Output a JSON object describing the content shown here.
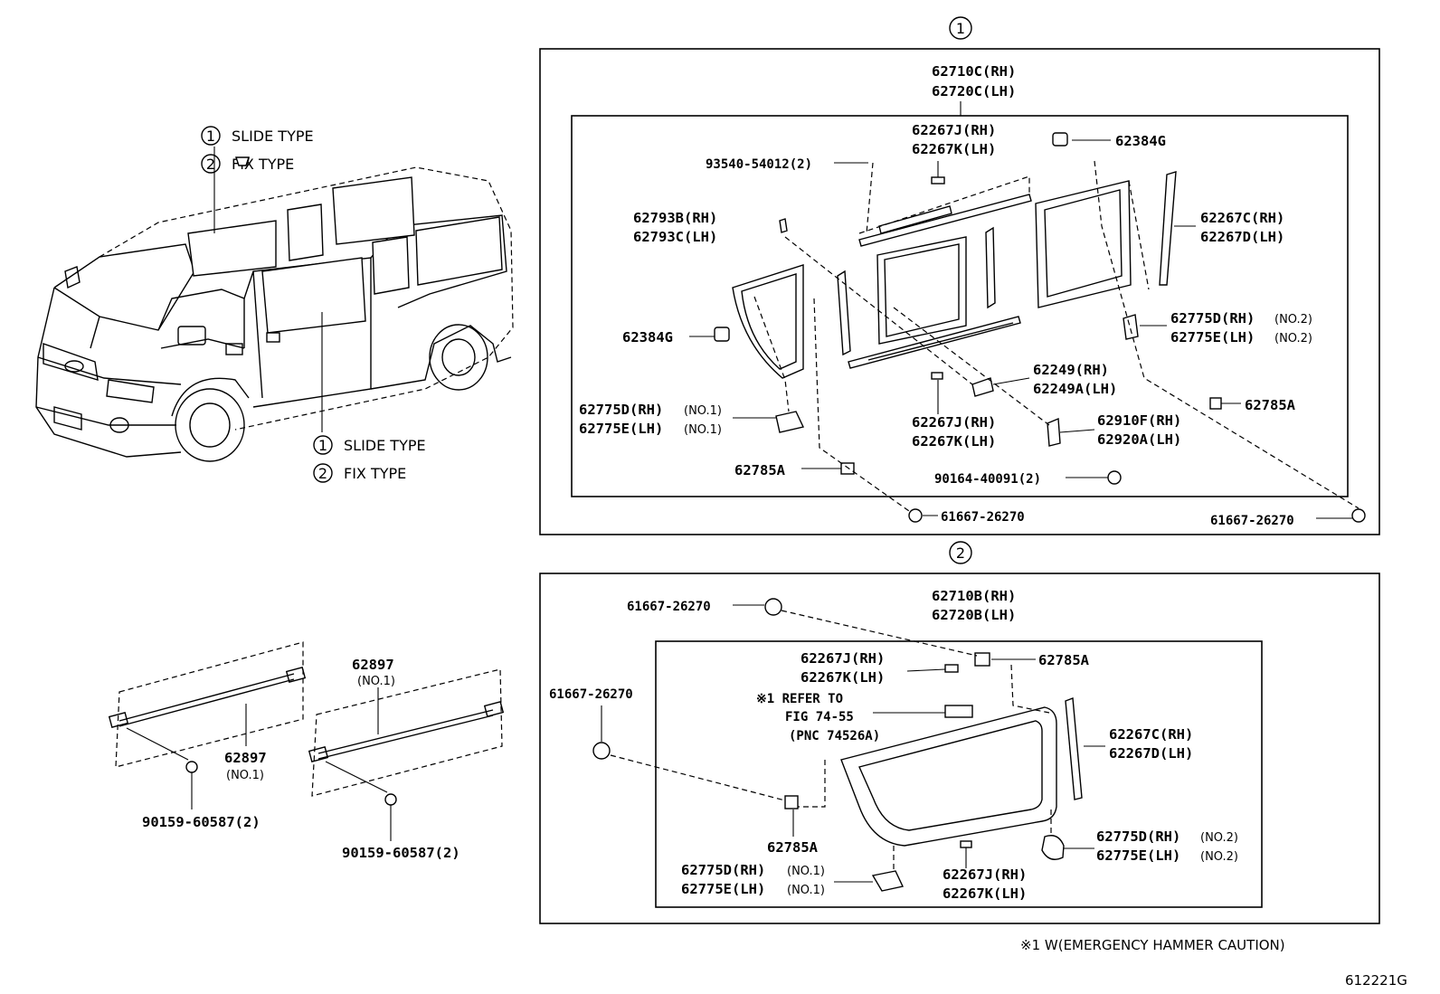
{
  "diagram": {
    "figure_code": "612221G",
    "footnote": "※1 W(EMERGENCY HAMMER CAUTION)",
    "van_legend": {
      "top": [
        {
          "num": "1",
          "text": "SLIDE TYPE"
        },
        {
          "num": "2",
          "text": "FIX TYPE"
        }
      ],
      "bottom": [
        {
          "num": "1",
          "text": "SLIDE TYPE"
        },
        {
          "num": "2",
          "text": "FIX TYPE"
        }
      ]
    },
    "moldings": {
      "left_part": "62897",
      "left_note": "(NO.1)",
      "left_bolt": "90159-60587(2)",
      "right_part": "62897",
      "right_note": "(NO.1)",
      "right_bolt": "90159-60587(2)"
    },
    "panel1": {
      "number": "1",
      "assembly_rh": "62710C(RH)",
      "assembly_lh": "62720C(LH)",
      "screw": "93540-54012(2)",
      "cap_top_rh": "62267J(RH)",
      "cap_top_lh": "62267K(LH)",
      "spacer_top": "62384G",
      "weather_rh": "62267C(RH)",
      "weather_lh": "62267D(LH)",
      "stopper_rh": "62793B(RH)",
      "stopper_lh": "62793C(LH)",
      "spacer_left": "62384G",
      "latch_rh": "62775D(RH)",
      "latch_rh_note": "(NO.2)",
      "latch_lh": "62775E(LH)",
      "latch_lh_note": "(NO.2)",
      "plate_rh": "62249(RH)",
      "plate_lh": "62249A(LH)",
      "clip_right": "62785A",
      "lower_rh": "62775D(RH)",
      "lower_rh_note": "(NO.1)",
      "lower_lh": "62775E(LH)",
      "lower_lh_note": "(NO.1)",
      "cap_bot_rh": "62267J(RH)",
      "cap_bot_lh": "62267K(LH)",
      "lock_rh": "62910F(RH)",
      "lock_lh": "62920A(LH)",
      "clip_left": "62785A",
      "screw2": "90164-40091(2)",
      "clip_bot": "61667-26270",
      "clip_br": "61667-26270"
    },
    "panel2": {
      "number": "2",
      "clip_top": "61667-26270",
      "assembly_rh": "62710B(RH)",
      "assembly_lh": "62720B(LH)",
      "cap_rh": "62267J(RH)",
      "cap_lh": "62267K(LH)",
      "clip_top_right": "62785A",
      "clip_left": "61667-26270",
      "refer_line1": "※1 REFER TO",
      "refer_line2": "FIG 74-55",
      "refer_line3": "(PNC 74526A)",
      "weather_rh": "62267C(RH)",
      "weather_lh": "62267D(LH)",
      "clip_bottom": "62785A",
      "latch_r_rh": "62775D(RH)",
      "latch_r_rh_note": "(NO.2)",
      "latch_r_lh": "62775E(LH)",
      "latch_r_lh_note": "(NO.2)",
      "latch_l_rh": "62775D(RH)",
      "latch_l_rh_note": "(NO.1)",
      "latch_l_lh": "62775E(LH)",
      "latch_l_lh_note": "(NO.1)",
      "cap_bot_rh": "62267J(RH)",
      "cap_bot_lh": "62267K(LH)"
    }
  }
}
